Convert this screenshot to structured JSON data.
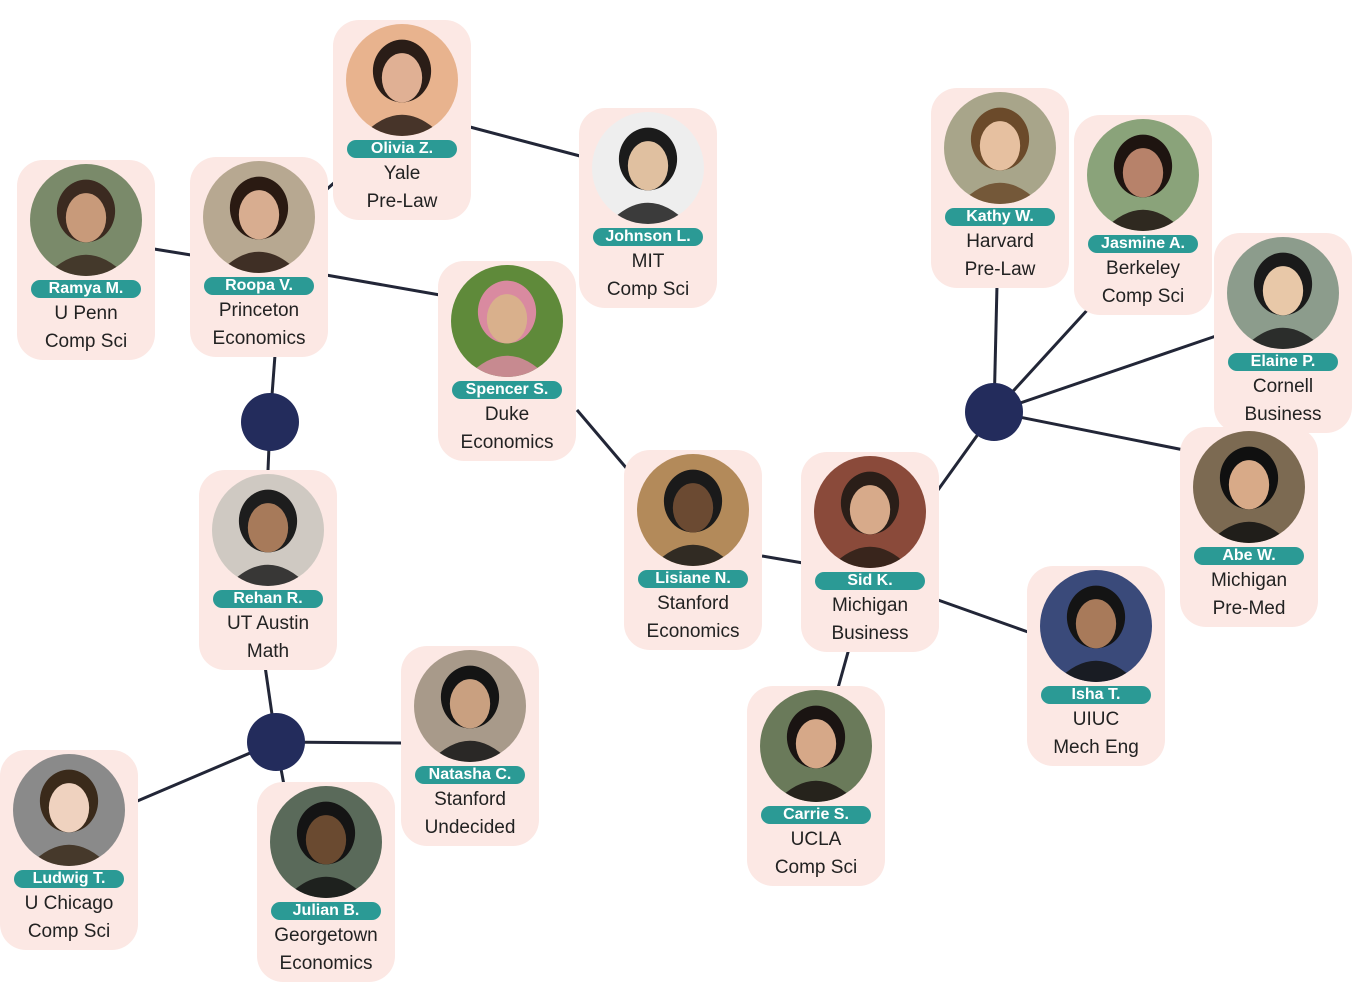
{
  "colors": {
    "card_bg": "#fce8e4",
    "pill": "#2b9a95",
    "hub": "#232c5c",
    "line": "#222637"
  },
  "people": [
    {
      "id": "ramya",
      "name": "Ramya M.",
      "school": "U Penn",
      "field": "Comp Sci"
    },
    {
      "id": "roopa",
      "name": "Roopa V.",
      "school": "Princeton",
      "field": "Economics"
    },
    {
      "id": "olivia",
      "name": "Olivia Z.",
      "school": "Yale",
      "field": "Pre-Law"
    },
    {
      "id": "johnson",
      "name": "Johnson L.",
      "school": "MIT",
      "field": "Comp Sci"
    },
    {
      "id": "spencer",
      "name": "Spencer S.",
      "school": "Duke",
      "field": "Economics"
    },
    {
      "id": "rehan",
      "name": "Rehan R.",
      "school": "UT Austin",
      "field": "Math"
    },
    {
      "id": "lisiane",
      "name": "Lisiane N.",
      "school": "Stanford",
      "field": "Economics"
    },
    {
      "id": "sid",
      "name": "Sid K.",
      "school": "Michigan",
      "field": "Business"
    },
    {
      "id": "kathy",
      "name": "Kathy W.",
      "school": "Harvard",
      "field": "Pre-Law"
    },
    {
      "id": "jasmine",
      "name": "Jasmine A.",
      "school": "Berkeley",
      "field": "Comp Sci"
    },
    {
      "id": "elaine",
      "name": "Elaine P.",
      "school": "Cornell",
      "field": "Business"
    },
    {
      "id": "abe",
      "name": "Abe W.",
      "school": "Michigan",
      "field": "Pre-Med"
    },
    {
      "id": "isha",
      "name": "Isha T.",
      "school": "UIUC",
      "field": "Mech Eng"
    },
    {
      "id": "carrie",
      "name": "Carrie S.",
      "school": "UCLA",
      "field": "Comp Sci"
    },
    {
      "id": "natasha",
      "name": "Natasha C.",
      "school": "Stanford",
      "field": "Undecided"
    },
    {
      "id": "julian",
      "name": "Julian B.",
      "school": "Georgetown",
      "field": "Economics"
    },
    {
      "id": "ludwig",
      "name": "Ludwig T.",
      "school": "U Chicago",
      "field": "Comp Sci"
    }
  ],
  "hubs": [
    "hub-roopa-rehan",
    "hub-west",
    "hub-east"
  ]
}
